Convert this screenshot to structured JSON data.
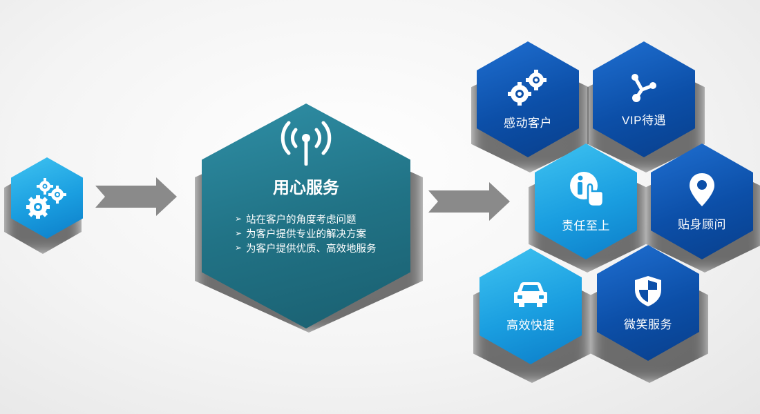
{
  "center": {
    "title": "用心服务",
    "bullets": [
      "站在客户的角度考虑问题",
      "为客户提供专业的解决方案",
      "为客户提供优质、高效地服务"
    ]
  },
  "hexes": {
    "h1": {
      "label": "感动客户",
      "icon": "gears-icon"
    },
    "h2": {
      "label": "VIP待遇",
      "icon": "share-nodes-icon"
    },
    "h3": {
      "label": "责任至上",
      "icon": "info-hand-icon"
    },
    "h4": {
      "label": "贴身顾问",
      "icon": "map-pin-icon"
    },
    "h5": {
      "label": "高效快捷",
      "icon": "car-icon"
    },
    "h6": {
      "label": "微笑服务",
      "icon": "shield-icon"
    }
  },
  "colors": {
    "dark_blue": "#0c4fa8",
    "light_blue": "#1a9ee0",
    "teal": "#217386",
    "arrow_gray": "#8a8a8a"
  }
}
